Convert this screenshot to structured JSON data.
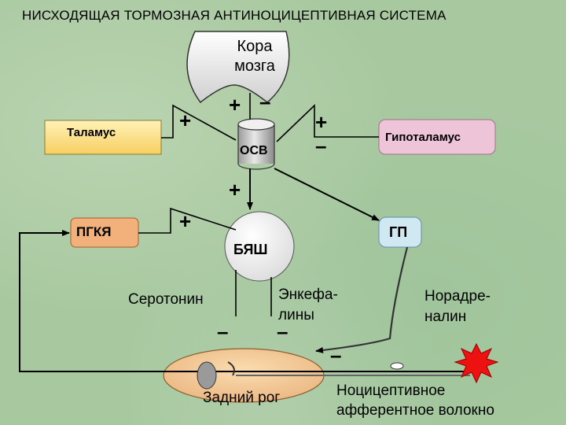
{
  "title": "НИСХОДЯЩАЯ ТОРМОЗНАЯ АНТИНОЦИЦЕПТИВНАЯ СИСТЕМА",
  "nodes": {
    "cortex_line1": "Кора",
    "cortex_line2": "мозга",
    "thalamus": "Таламус",
    "osv": "ОСВ",
    "hypothalamus": "Гипоталамус",
    "pgkya": "ПГКЯ",
    "byash": "БЯШ",
    "gp": "ГП",
    "serotonin": "Серотонин",
    "enkephalins_line1": "Энкефа-",
    "enkephalins_line2": "лины",
    "noradrenaline_line1": "Норадре-",
    "noradrenaline_line2": "налин",
    "dorsal_horn": "Задний рог",
    "fiber_line1": "Ноцицептивное",
    "fiber_line2": "афферентное волокно"
  },
  "signs": {
    "thalamus_to_osv": "+",
    "cortex_to_osv_plus": "+",
    "cortex_to_osv_minus": "–",
    "hypothalamus_plus": "+",
    "hypothalamus_minus": "–",
    "osv_to_byash": "+",
    "pgkya_to_byash": "+",
    "serotonin_effect": "–",
    "enkephalins_effect": "–",
    "noradrenaline_effect": "–"
  },
  "colors": {
    "background": "#a8c9a0",
    "thalamus_fill": "#ffe08a",
    "hypothalamus_fill": "#eec4d8",
    "pgkya_fill": "#f2b07a",
    "gp_fill": "#d0e8f2",
    "byash_fill": "#f4f4f4",
    "dorsal_horn_fill": "#f2c48e",
    "pain_burst": "#ee1111"
  }
}
